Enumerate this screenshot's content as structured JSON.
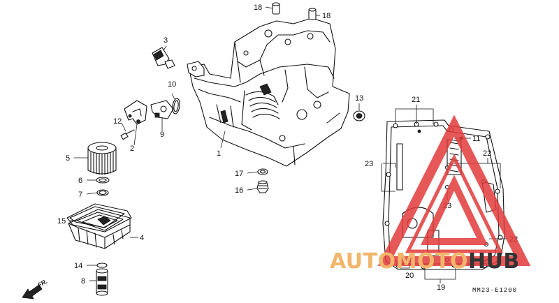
{
  "callouts": {
    "c1": "1",
    "c2": "2",
    "c3": "3",
    "c4": "4",
    "c5": "5",
    "c6": "6",
    "c7": "7",
    "c8": "8",
    "c9": "9",
    "c10": "10",
    "c11": "11",
    "c12": "12",
    "c13": "13",
    "c14": "14",
    "c15": "15",
    "c16": "16",
    "c17": "17",
    "c18a": "18",
    "c18b": "18",
    "c19": "19",
    "c20": "20",
    "c21": "21",
    "c22a": "22",
    "c22b": "22",
    "c23a": "23",
    "c23b": "23"
  },
  "direction_label": "FR.",
  "diagram_code": "MM23-E1200",
  "watermark": {
    "part1": "AUTOMOTO",
    "part2": "HUB",
    "color_orange": "#f2b66b",
    "color_dark": "#333333",
    "color_red": "#e23a3a"
  }
}
